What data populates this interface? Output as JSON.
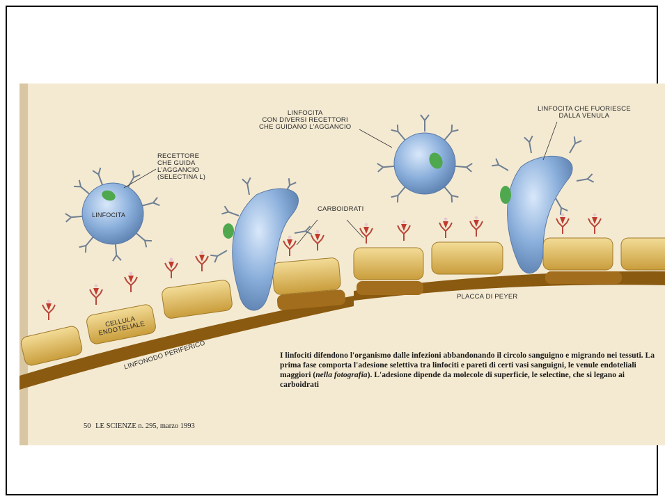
{
  "labels": {
    "recettore": "RECETTORE\nCHE GUIDA\nL'AGGANCIO\n(SELECTINA L)",
    "linfocita": "LINFOCITA",
    "linfocita_recettori": "LINFOCITA\nCON DIVERSI RECETTORI\nCHE GUIDANO L'AGGANCIO",
    "linfocita_fuoriesce": "LINFOCITA CHE FUORIESCE\nDALLA VENULA",
    "carboidrati": "CARBOIDRATI",
    "cellula_endoteliale": "CELLULA\nENDOTELIALE",
    "linfonodo": "LINFONODO PERIFERICO",
    "placca": "PLACCA DI PEYER"
  },
  "caption": {
    "part1": "I linfociti difendono l'organismo dalle infezioni abbandonando il circolo sanguigno e migrando nei tessuti. La prima fase comporta l'adesione selettiva tra linfociti e pareti di certi vasi sanguigni, le venule endoteliali maggiori (",
    "italic": "nella fotografia",
    "part2": "). L'adesione dipende da molecole di superficie, le selectine, che si legano ai carboidrati"
  },
  "footer": {
    "page": "50",
    "journal": "LE SCIENZE n. 295, marzo 1993"
  },
  "colors": {
    "cell_blue": "#8cb0dc",
    "nucleus_green": "#4fa84e",
    "endothelial_tan": "#e0bc5a",
    "basement_brown": "#8a5a10",
    "receptor_gray": "#6f7f92",
    "carbohydrate_red": "#c23a2e"
  }
}
